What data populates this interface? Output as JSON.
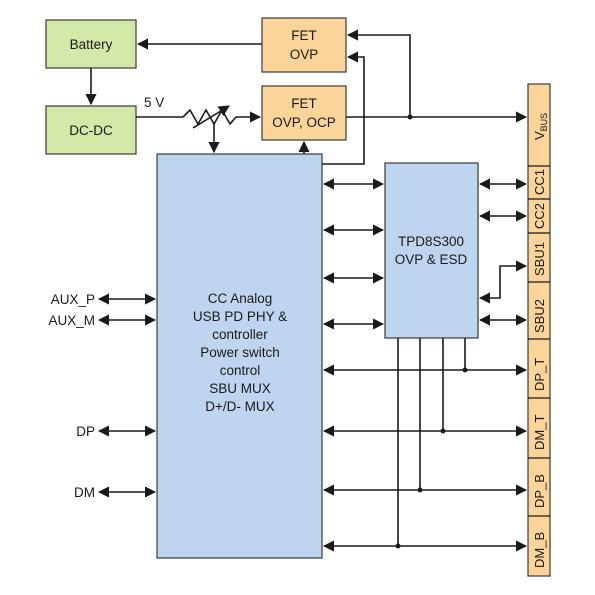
{
  "blocks": {
    "battery": "Battery",
    "dcdc": "DC-DC",
    "fet_ovp_top": [
      "FET",
      "OVP"
    ],
    "fet_ovp_ocp": [
      "FET",
      "OVP, OCP"
    ],
    "controller": [
      "CC Analog",
      "USB PD PHY &",
      "controller",
      "Power switch",
      "control",
      "SBU MUX",
      "D+/D- MUX"
    ],
    "tpd": [
      "TPD8S300",
      "OVP & ESD"
    ]
  },
  "labels": {
    "five_volt": "5 V",
    "aux_p": "AUX_P",
    "aux_m": "AUX_M",
    "dp": "DP",
    "dm": "DM"
  },
  "connector": {
    "vbus_main": "V",
    "vbus_sub": "BUS",
    "pins": [
      "CC1",
      "CC2",
      "SBU1",
      "SBU2",
      "DP_T",
      "DM_T",
      "DP_B",
      "DM_B"
    ]
  }
}
